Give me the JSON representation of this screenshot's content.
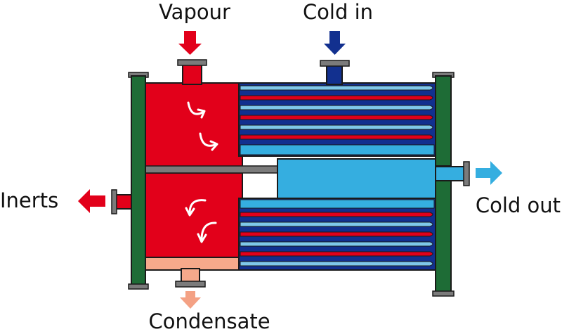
{
  "labels": {
    "vapour": "Vapour",
    "cold_in": "Cold in",
    "inerts": "Inerts",
    "cold_out": "Cold out",
    "condensate": "Condensate"
  },
  "colors": {
    "vapour_red": "#e2001a",
    "condensate_salmon": "#f6a98b",
    "condensate_arrow": "#f4a184",
    "cold_dark_blue": "#12308f",
    "cold_light_blue": "#35aee0",
    "tube_pale_blue": "#7fc8ea",
    "flange_green": "#1e6c36",
    "divider_grey": "#7b7b7b",
    "outline": "#1a1a1a"
  }
}
